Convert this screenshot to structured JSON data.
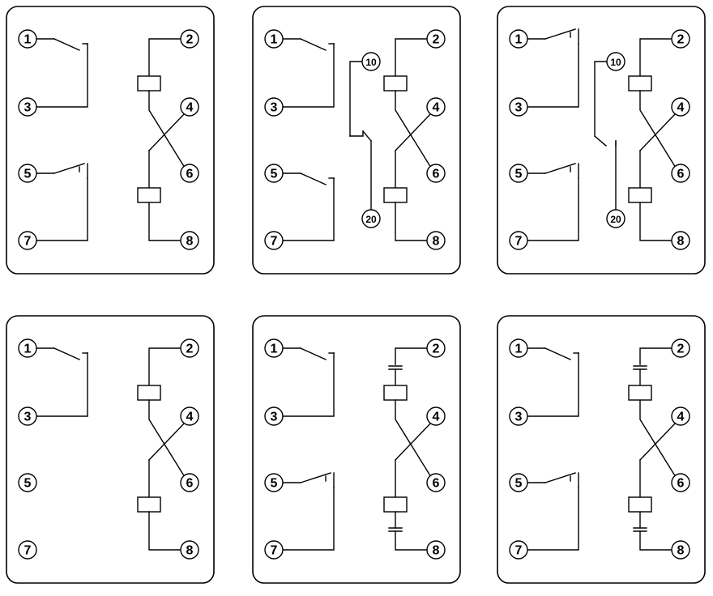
{
  "diagram": {
    "panels": [
      {
        "terminals": [
          "1",
          "3",
          "5",
          "7",
          "2",
          "4",
          "6",
          "8"
        ],
        "contacts": [
          {
            "between": [
              "1",
              "3"
            ],
            "type": "NO"
          },
          {
            "between": [
              "5",
              "7"
            ],
            "type": "NC"
          }
        ],
        "coils": 2,
        "coil_cross": true
      },
      {
        "terminals": [
          "1",
          "3",
          "5",
          "7",
          "10",
          "20",
          "2",
          "4",
          "6",
          "8"
        ],
        "contacts": [
          {
            "between": [
              "1",
              "3"
            ],
            "type": "NO"
          },
          {
            "between": [
              "5",
              "7"
            ],
            "type": "NO"
          },
          {
            "between": [
              "10",
              "20"
            ],
            "type": "NC"
          }
        ],
        "coils": 2,
        "coil_cross": true
      },
      {
        "terminals": [
          "1",
          "3",
          "5",
          "7",
          "10",
          "20",
          "2",
          "4",
          "6",
          "8"
        ],
        "contacts": [
          {
            "between": [
              "1",
              "3"
            ],
            "type": "NC"
          },
          {
            "between": [
              "5",
              "7"
            ],
            "type": "NC"
          },
          {
            "between": [
              "10",
              "20"
            ],
            "type": "NO"
          }
        ],
        "coils": 2,
        "coil_cross": true
      },
      {
        "terminals": [
          "1",
          "3",
          "5",
          "7",
          "2",
          "4",
          "6",
          "8"
        ],
        "contacts": [
          {
            "between": [
              "1",
              "3"
            ],
            "type": "NO"
          }
        ],
        "coils": 2,
        "coil_cross": true
      },
      {
        "terminals": [
          "1",
          "3",
          "5",
          "7",
          "2",
          "4",
          "6",
          "8"
        ],
        "contacts": [
          {
            "between": [
              "1",
              "3"
            ],
            "type": "NO"
          },
          {
            "between": [
              "5",
              "7"
            ],
            "type": "NC"
          }
        ],
        "coils": 2,
        "coil_cross": true,
        "coil_capacitors": true
      },
      {
        "terminals": [
          "1",
          "3",
          "5",
          "7",
          "2",
          "4",
          "6",
          "8"
        ],
        "contacts": [
          {
            "between": [
              "1",
              "3"
            ],
            "type": "NO"
          },
          {
            "between": [
              "5",
              "7"
            ],
            "type": "NC"
          }
        ],
        "coils": 2,
        "coil_cross": true,
        "coil_capacitors": true
      }
    ]
  }
}
